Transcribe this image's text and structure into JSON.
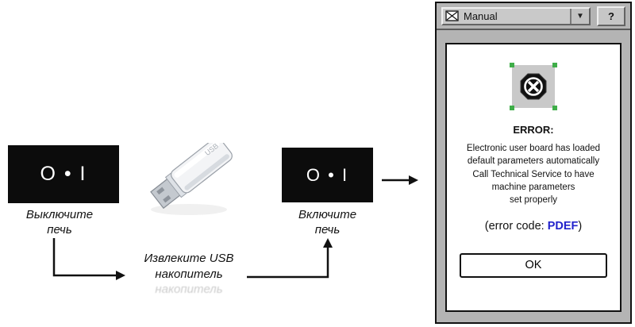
{
  "diagram": {
    "switch_off": {
      "symbol": "O • I",
      "label": [
        "Выключите",
        "печь"
      ]
    },
    "usb_label": "USB",
    "remove_usb": {
      "lines": [
        "Извлеките USB",
        "накопитель"
      ],
      "ghost": "накопитель"
    },
    "switch_on": {
      "symbol": "O • I",
      "label": [
        "Включите",
        "печь"
      ]
    }
  },
  "dialog": {
    "titlebar": {
      "dropdown_label": "Manual",
      "dropdown_arrow": "▼",
      "help_label": "?"
    },
    "error_title": "ERROR:",
    "message_lines": [
      "Electronic user board has loaded",
      "default parameters automatically",
      "Call Technical Service to have",
      "machine parameters",
      "set properly"
    ],
    "error_code_prefix": "(error code: ",
    "error_code_value": "PDEF",
    "error_code_suffix": ")",
    "ok_label": "OK"
  },
  "colors": {
    "dialog_bg": "#b4b4b4",
    "error_code_blue": "#2222cc",
    "handle_green": "#3fae49",
    "switch_bg": "#0c0c0c"
  }
}
